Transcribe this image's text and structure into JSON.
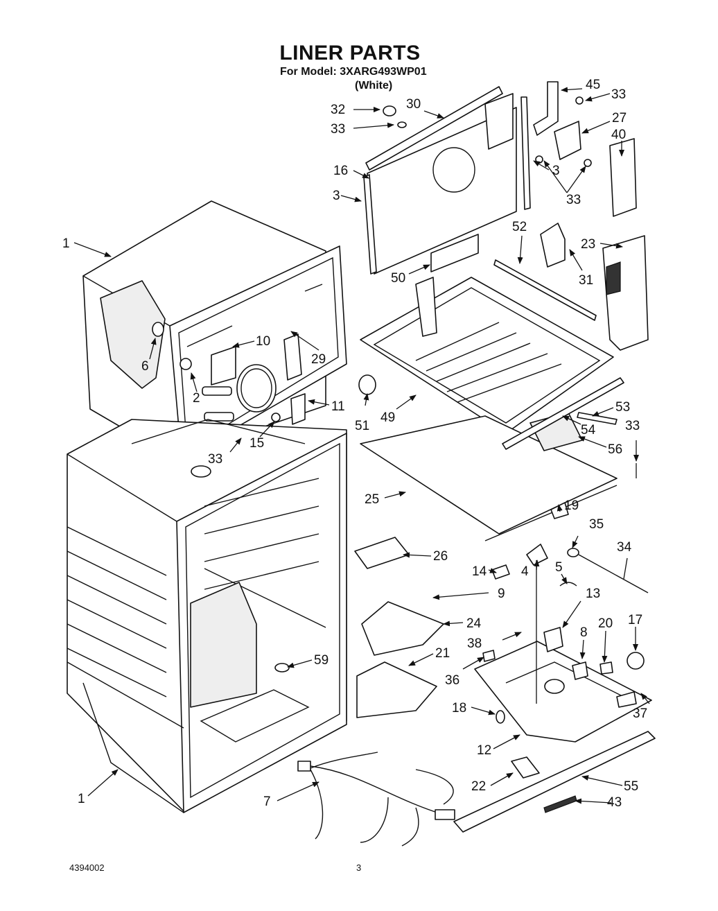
{
  "header": {
    "title": "LINER PARTS",
    "model_line": "For Model: 3XARG493WP01",
    "color_line": "(White)"
  },
  "footer": {
    "doc_number": "4394002",
    "page_number": "3"
  },
  "callouts": {
    "c1a": "1",
    "c1b": "1",
    "c2": "2",
    "c3a": "3",
    "c3b": "3",
    "c4": "4",
    "c5": "5",
    "c6": "6",
    "c7": "7",
    "c8": "8",
    "c9": "9",
    "c10": "10",
    "c11": "11",
    "c12": "12",
    "c13": "13",
    "c14": "14",
    "c15": "15",
    "c16": "16",
    "c17": "17",
    "c18": "18",
    "c19": "19",
    "c20": "20",
    "c21": "21",
    "c22": "22",
    "c23": "23",
    "c24": "24",
    "c25": "25",
    "c26": "26",
    "c27": "27",
    "c29": "29",
    "c30": "30",
    "c31": "31",
    "c32": "32",
    "c33a": "33",
    "c33b": "33",
    "c33c": "33",
    "c33d": "33",
    "c33e": "33",
    "c34": "34",
    "c35": "35",
    "c36": "36",
    "c37": "37",
    "c38": "38",
    "c40": "40",
    "c43": "43",
    "c45": "45",
    "c49": "49",
    "c50": "50",
    "c51": "51",
    "c52": "52",
    "c53": "53",
    "c54": "54",
    "c55": "55",
    "c56": "56",
    "c59": "59"
  }
}
